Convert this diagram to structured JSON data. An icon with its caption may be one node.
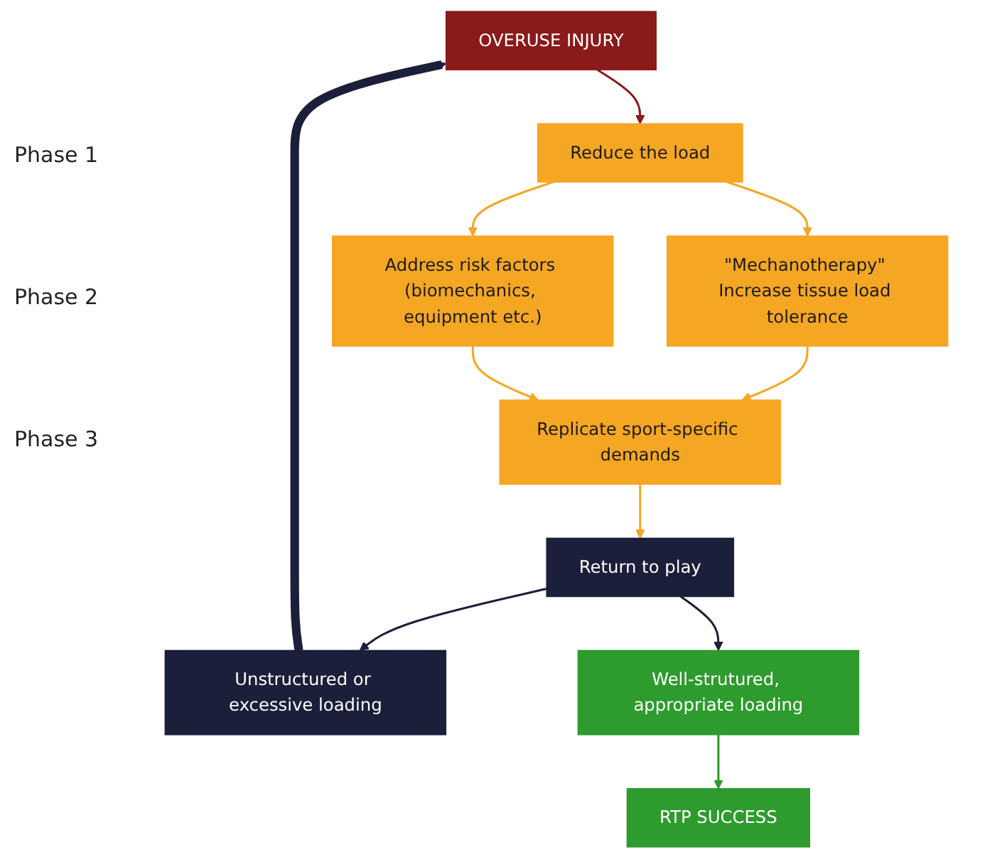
{
  "diagram": {
    "nodes": [
      {
        "text": [
          "OVERUSE INJURY"
        ]
      },
      {
        "text": [
          "Reduce the load"
        ]
      },
      {
        "text": [
          "\"Mechanotherapy\" Increase tissue load tolerance"
        ]
      },
      {
        "text": [
          "Address risk factors (biomechanics, equipment etc.)"
        ]
      },
      {
        "text": [
          "Replicate sport-specific demands"
        ]
      },
      {
        "text": [
          "Return to play"
        ]
      },
      {
        "text": [
          "Unstructured or excessive loading"
        ]
      },
      {
        "text": [
          "Well-strutured, appropriate loading"
        ]
      },
      {
        "text": [
          "RTP SUCCESS"
        ]
      }
    ],
    "edges": [
      {
        "from": 0,
        "to": 1,
        "arrow": "to",
        "color": "#8b1a1a"
      },
      {
        "from": 1,
        "to": 2,
        "arrow": "to"
      },
      {
        "from": 1,
        "to": 3,
        "arrow": "to"
      },
      {
        "from": 2,
        "to": 4,
        "arrow": "to"
      },
      {
        "from": 3,
        "to": 4,
        "arrow": "to"
      },
      {
        "from": 4,
        "to": 5,
        "arrow": "to"
      },
      {
        "from": 5,
        "to": 6,
        "arrow": "to",
        "color": "#1c1f3a"
      },
      {
        "from": 5,
        "to": 7,
        "arrow": "to",
        "color": "#1c1f3a"
      },
      {
        "from": 7,
        "to": 8,
        "arrow": "to",
        "color": "#2e9b2e"
      },
      {
        "from": 6,
        "to": 0,
        "arrow": "to",
        "style": "thick",
        "color": "#1c1f3a"
      }
    ],
    "labels": [
      "Phase 1",
      "Phase 2",
      "Phase 3"
    ]
  }
}
